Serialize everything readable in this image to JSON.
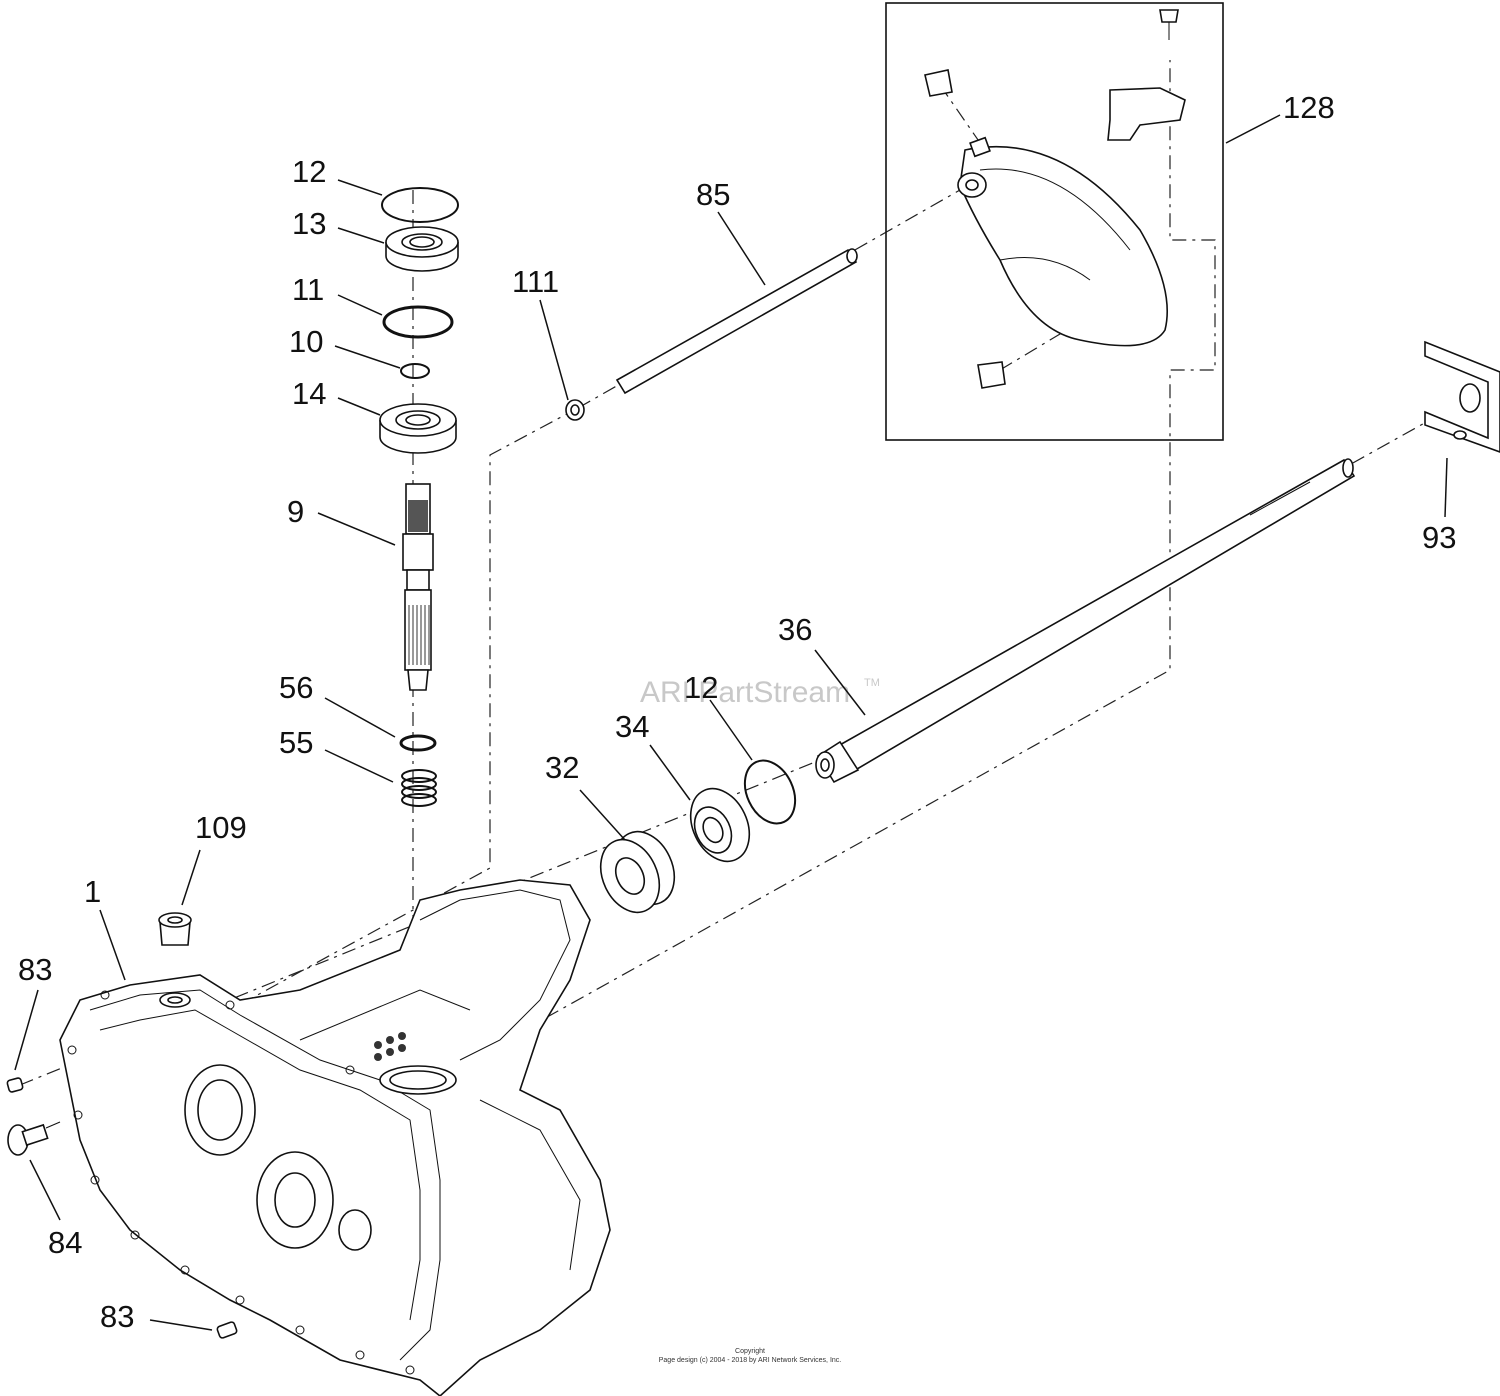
{
  "diagram": {
    "watermark": "ARI PartStream",
    "watermark_tm": "TM",
    "copyright_title": "Copyright",
    "copyright_text": "Page design (c) 2004 - 2018 by ARI Network Services, Inc."
  },
  "callouts": [
    {
      "id": "c12a",
      "label": "12"
    },
    {
      "id": "c13",
      "label": "13"
    },
    {
      "id": "c11",
      "label": "11"
    },
    {
      "id": "c10",
      "label": "10"
    },
    {
      "id": "c14",
      "label": "14"
    },
    {
      "id": "c9",
      "label": "9"
    },
    {
      "id": "c56",
      "label": "56"
    },
    {
      "id": "c55",
      "label": "55"
    },
    {
      "id": "c109",
      "label": "109"
    },
    {
      "id": "c1",
      "label": "1"
    },
    {
      "id": "c83a",
      "label": "83"
    },
    {
      "id": "c84",
      "label": "84"
    },
    {
      "id": "c83b",
      "label": "83"
    },
    {
      "id": "c111",
      "label": "111"
    },
    {
      "id": "c85",
      "label": "85"
    },
    {
      "id": "c128",
      "label": "128"
    },
    {
      "id": "c93",
      "label": "93"
    },
    {
      "id": "c36",
      "label": "36"
    },
    {
      "id": "c12b",
      "label": "12"
    },
    {
      "id": "c34",
      "label": "34"
    },
    {
      "id": "c32",
      "label": "32"
    }
  ]
}
